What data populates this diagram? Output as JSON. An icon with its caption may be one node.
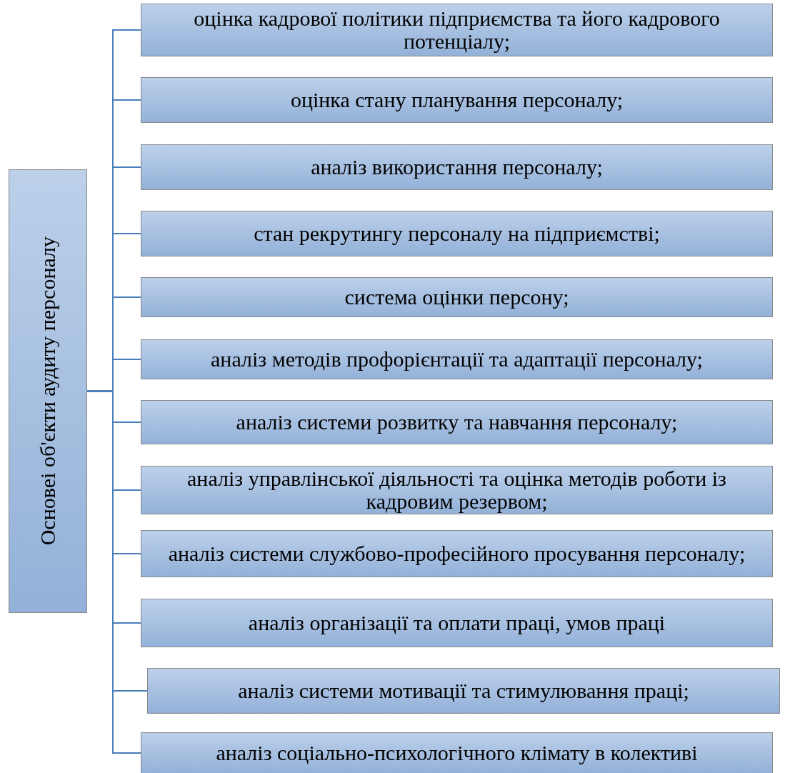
{
  "diagram": {
    "nodes": [
      {
        "text": [
          "Основеі об'єкти аудиту персоналу"
        ]
      },
      {
        "text": [
          "оцінка кадрової політики підприємства та його кадрового потенціалу;"
        ]
      },
      {
        "text": [
          "оцінка стану планування персоналу;"
        ]
      },
      {
        "text": [
          "аналіз використання персоналу;"
        ]
      },
      {
        "text": [
          "стан рекрутингу персоналу на підприємстві;"
        ]
      },
      {
        "text": [
          "система оцінки персону;"
        ]
      },
      {
        "text": [
          "аналіз методів профорієнтації та адаптації персоналу;"
        ]
      },
      {
        "text": [
          "аналіз системи розвитку та навчання персоналу;"
        ]
      },
      {
        "text": [
          "аналіз управлінської діяльності та оцінка методів роботи із кадровим резервом;"
        ]
      },
      {
        "text": [
          "аналіз системи службово-професійного просування персоналу;"
        ]
      },
      {
        "text": [
          "аналіз організації та оплати праці, умов праці"
        ]
      },
      {
        "text": [
          "аналіз системи мотивації та стимулювання праці;"
        ]
      },
      {
        "text": [
          "аналіз соціально-психологічного клімату в колективі"
        ]
      }
    ],
    "edges": [
      {
        "from": 0,
        "to": 1,
        "arrow": "none"
      },
      {
        "from": 0,
        "to": 2,
        "arrow": "none"
      },
      {
        "from": 0,
        "to": 3,
        "arrow": "none"
      },
      {
        "from": 0,
        "to": 4,
        "arrow": "none"
      },
      {
        "from": 0,
        "to": 5,
        "arrow": "none"
      },
      {
        "from": 0,
        "to": 6,
        "arrow": "none"
      },
      {
        "from": 0,
        "to": 7,
        "arrow": "none"
      },
      {
        "from": 0,
        "to": 8,
        "arrow": "none"
      },
      {
        "from": 0,
        "to": 9,
        "arrow": "none"
      },
      {
        "from": 0,
        "to": 10,
        "arrow": "none"
      },
      {
        "from": 0,
        "to": 11,
        "arrow": "none"
      },
      {
        "from": 0,
        "to": 12,
        "arrow": "none"
      }
    ]
  }
}
